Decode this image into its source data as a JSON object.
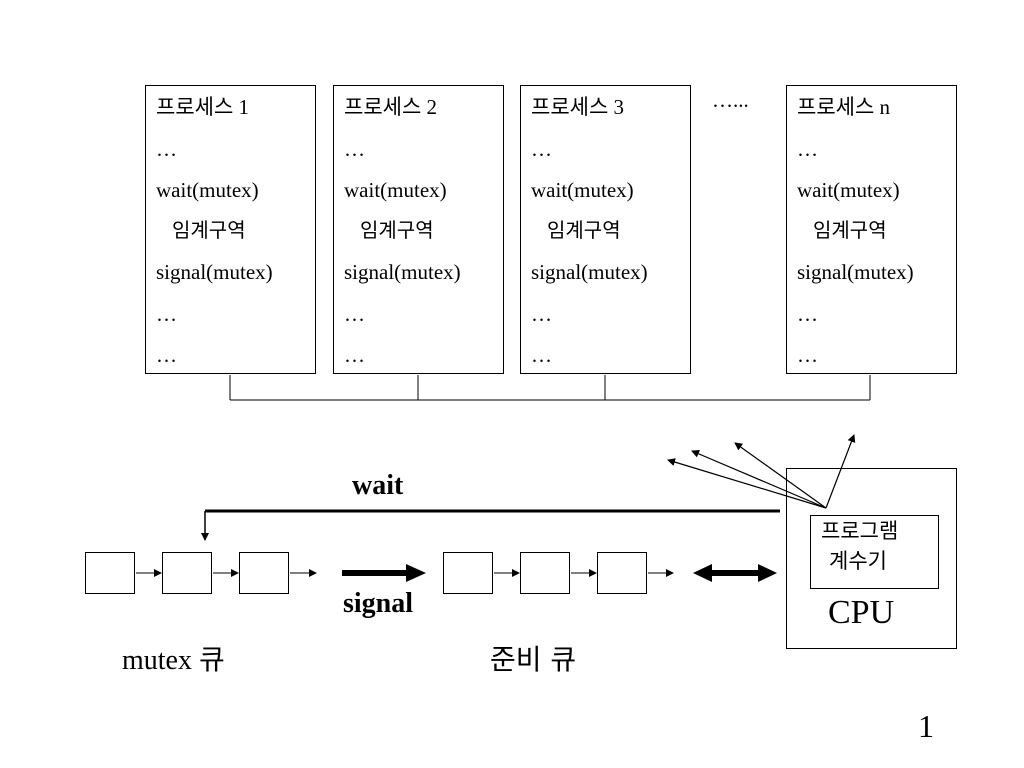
{
  "processes": [
    {
      "title": "프로세스 1",
      "lines": [
        "…",
        "wait(mutex)",
        "임계구역",
        "signal(mutex)",
        "…",
        "…"
      ]
    },
    {
      "title": "프로세스 2",
      "lines": [
        "…",
        "wait(mutex)",
        "임계구역",
        "signal(mutex)",
        "…",
        "…"
      ]
    },
    {
      "title": "프로세스 3",
      "lines": [
        "…",
        "wait(mutex)",
        "임계구역",
        "signal(mutex)",
        "…",
        "…"
      ]
    },
    {
      "title": "프로세스 n",
      "lines": [
        "…",
        "wait(mutex)",
        "임계구역",
        "signal(mutex)",
        "…",
        "…"
      ]
    }
  ],
  "between_ellipsis": "…...",
  "wait_label": "wait",
  "signal_label": "signal",
  "mutex_queue_label": "mutex 큐",
  "ready_queue_label": "준비 큐",
  "program_counter": {
    "line1": "프로그램",
    "line2": "계수기"
  },
  "cpu_label": "CPU",
  "page_number": "1"
}
